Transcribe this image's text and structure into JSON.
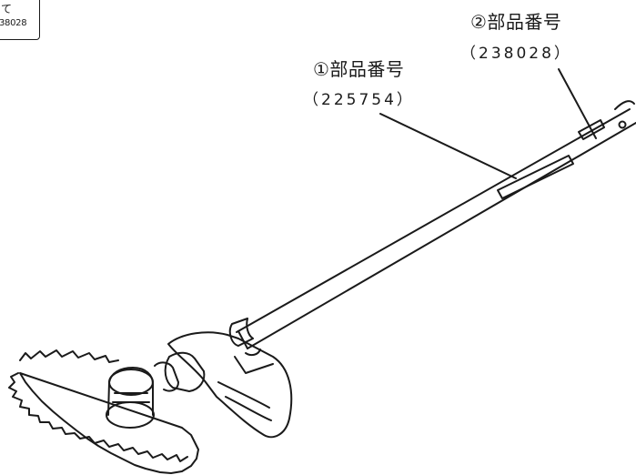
{
  "corner_note": {
    "line1": "て",
    "line2": "38028"
  },
  "part1": {
    "label": "①部品番号",
    "number": "（225754）"
  },
  "part2": {
    "label": "②部品番号",
    "number": "（238028）"
  }
}
